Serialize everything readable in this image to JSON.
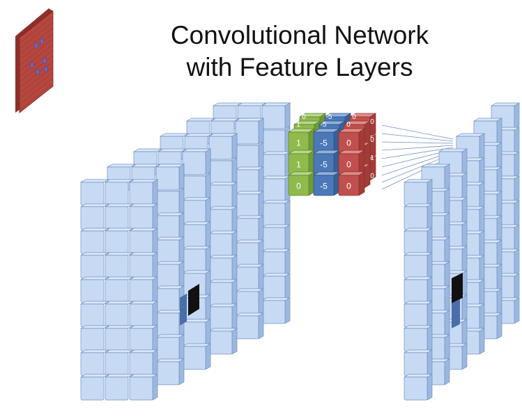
{
  "title": {
    "line1": "Convolutional Network",
    "line2": "with Feature Layers"
  },
  "colors": {
    "cube_face": "#c7daf4",
    "cube_top": "#dce9fa",
    "cube_side": "#9db8df",
    "cube_edge": "#6e8fc0",
    "feature_patch": "#111111",
    "feature_patch_side": "#4a6fa8",
    "input_image": "#b5473f",
    "input_marks": "#6a6ad0",
    "filter_green": "#8fba4c",
    "filter_blue": "#4b79b8",
    "filter_red": "#c0504d",
    "connection_line": "#6f8fc4"
  },
  "filters": {
    "green": {
      "front_values": [
        "1",
        "1",
        "0"
      ],
      "top_values": [
        "0",
        "0",
        "1"
      ]
    },
    "blue": {
      "front_values": [
        "-5",
        "-5",
        "-5"
      ],
      "top_values": [
        "-5",
        "-5",
        "-5"
      ]
    },
    "red": {
      "front_values": [
        "0",
        "0",
        "0"
      ],
      "top_values": [
        "0",
        "0",
        "0"
      ],
      "side_values": [
        "0",
        "0",
        "0",
        "0",
        "1",
        "1",
        "0"
      ]
    }
  }
}
